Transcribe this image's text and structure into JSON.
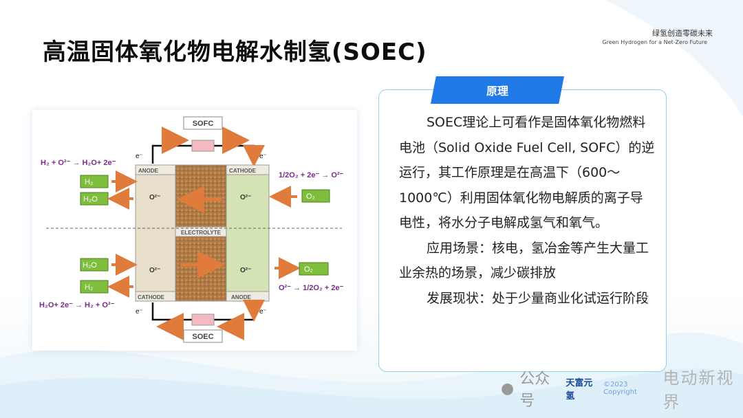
{
  "title": "高温固体氧化物电解水制氢(SOEC)",
  "brand": {
    "cn": "绿氢创造零碳未来",
    "en": "Green Hydrogen for a Net-Zero Future"
  },
  "panel": {
    "tag": "原理",
    "paragraphs": [
      "SOEC理论上可看作是固体氧化物燃料电池（Solid Oxide Fuel Cell, SOFC）的逆运行，其工作原理是在高温下（600～1000℃）利用固体氧化物电解质的离子导电性，将水分子电解成氢气和氧气。",
      "应用场景：核电，氢冶金等产生大量工业余热的场景，减少碳排放",
      "发展现状：处于少量商业化试运行阶段"
    ]
  },
  "diagram": {
    "top_label": "SOFC",
    "bottom_label": "SOEC",
    "electrolyte": "ELECTROLYTE",
    "electron": "e⁻",
    "ion": "O²⁻",
    "top": {
      "left_electrode": "ANODE",
      "right_electrode": "CATHODE",
      "left_eq": "H₂ + O²⁻ → H₂O+ 2e⁻",
      "right_eq": "1/2O₂ + 2e⁻ → O²⁻",
      "in_left": "H₂",
      "out_left": "H₂O",
      "in_right": "O₂"
    },
    "bottom": {
      "left_electrode": "CATHODE",
      "right_electrode": "ANODE",
      "left_eq": "H₂O+ 2e⁻ → H₂ + O²⁻",
      "right_eq": "O²⁻ → 1/2O₂ + 2e⁻",
      "in_left": "H₂O",
      "out_left": "H₂",
      "out_right": "O₂"
    }
  },
  "footer": {
    "wechat": "公众号",
    "logo": "天富元氢",
    "copyright": "©2023 Copyright",
    "name": "电动新视界"
  }
}
